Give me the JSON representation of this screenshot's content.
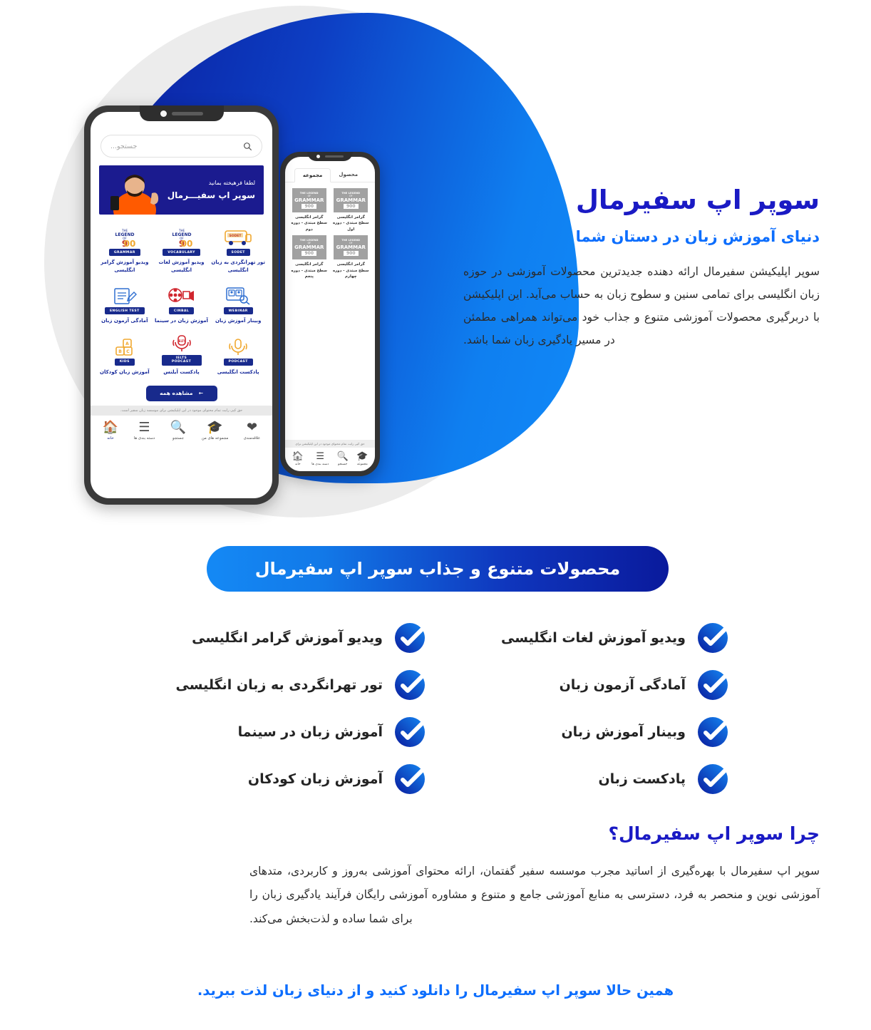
{
  "hero": {
    "title": "سوپر اپ سفیرمال",
    "subtitle": "دنیای آموزش زبان در دستان شما",
    "paragraph": "سوپر اپلیکیشن سفیرمال ارائه دهنده جدیدترین محصولات آموزشی در حوزه زبان انگلیسی برای تمامی سنین و سطوح زبان به حساب می‌آید. این اپلیکیشن با دربرگیری محصولات آموزشی متنوع و جذاب خود می‌تواند همراهی مطمئن در مسیر یادگیری زبان شما باشد."
  },
  "phone_front": {
    "search_placeholder": "جستجو...",
    "banner": {
      "line1": "لطفا فرهیخته بمانید",
      "line2": "سوپر اپ سفیـــرمال"
    },
    "grid": [
      {
        "tag": "SODET",
        "caption": "تور تهرانگردی به زبان انگلیسی",
        "icon": "bus-icon"
      },
      {
        "tag": "VOCABULARY",
        "caption": "ویدیو آموزش لغات انگلیسی",
        "icon": "legend-900-icon"
      },
      {
        "tag": "GRAMMAR",
        "caption": "ویدیو آموزش گرامر انگلیسی",
        "icon": "legend-900-icon"
      },
      {
        "tag": "WEBINAR",
        "caption": "وبینار آموزش زبان",
        "icon": "webinar-icon"
      },
      {
        "tag": "CINBAL",
        "caption": "آموزش زبان در سینما",
        "icon": "cinema-icon"
      },
      {
        "tag": "ENGLISH TEST",
        "caption": "آمادگی آزمون زبان",
        "icon": "test-paper-icon"
      },
      {
        "tag": "PODCAST",
        "caption": "پادکست انگلیسی",
        "icon": "microphone-icon"
      },
      {
        "tag": "IELTS PODCAST",
        "caption": "پادکست آیلتس",
        "icon": "ielts-microphone-icon"
      },
      {
        "tag": "KIDS",
        "caption": "آموزش زبان کودکان",
        "icon": "blocks-icon"
      }
    ],
    "view_all": "مشاهده همه",
    "copyright": "حق کپی رایت تمام محتوای موجود در این اپلیکیشن برای موسسه زبان سفیر است.",
    "nav": [
      {
        "label": "علاقه‌مندی",
        "icon": "heart-icon"
      },
      {
        "label": "مجموعه های من",
        "icon": "graduation-cap-icon"
      },
      {
        "label": "جستجو",
        "icon": "search-icon"
      },
      {
        "label": "دسته بندی ها",
        "icon": "list-icon"
      },
      {
        "label": "خانه",
        "icon": "home-icon"
      }
    ]
  },
  "phone_back": {
    "tabs": [
      {
        "label": "محصول",
        "active": false
      },
      {
        "label": "مجموعه",
        "active": true
      }
    ],
    "products": [
      {
        "brand_top": "THE LEGEND",
        "brand_of": "OF",
        "brand_name": "GRAMMAR",
        "brand_num": "900",
        "caption": "گرامر انگلیسی سطح مبتدی - دوره اول"
      },
      {
        "brand_top": "THE LEGEND",
        "brand_of": "OF",
        "brand_name": "GRAMMAR",
        "brand_num": "900",
        "caption": "گرامر انگلیسی سطح مبتدی - دوره دوم"
      },
      {
        "brand_top": "THE LEGEND",
        "brand_of": "OF",
        "brand_name": "GRAMMAR",
        "brand_num": "900",
        "caption": "گرامر انگلیسی سطح مبتدی - دوره چهارم"
      },
      {
        "brand_top": "THE LEGEND",
        "brand_of": "OF",
        "brand_name": "GRAMMAR",
        "brand_num": "900",
        "caption": "گرامر انگلیسی سطح مبتدی - دوره پنجم"
      }
    ],
    "copyright": "حق کپی رایت تمام محتوای موجود در این اپلیکیشن برای",
    "nav": [
      {
        "label": "مجموعه",
        "icon": "graduation-cap-icon"
      },
      {
        "label": "جستجو",
        "icon": "search-icon"
      },
      {
        "label": "دسته بندی ها",
        "icon": "list-icon"
      },
      {
        "label": "خانه",
        "icon": "home-icon"
      }
    ]
  },
  "pill_banner": {
    "text": "محصولات متنوع و جذاب سوپر اپ سفیرمال"
  },
  "features": {
    "right_column": [
      "ویدیو آموزش گرامر انگلیسی",
      "تور تهرانگردی به زبان انگلیسی",
      "آموزش زبان در سینما",
      "آموزش زبان کودکان"
    ],
    "left_column": [
      "ویدیو آموزش لغات انگلیسی",
      "آمادگی آزمون زبان",
      "وبینار آموزش زبان",
      "پادکست زبان"
    ]
  },
  "why": {
    "title": "چرا سوپر اپ سفیرمال؟",
    "paragraph": "سوپر اپ سفیرمال با بهره‌گیری از اساتید مجرب موسسه سفیر گفتمان، ارائه محتوای آموزشی به‌روز و کاربردی، متدهای آموزشی نوین و منحصر به فرد، دسترسی به منابع آموزشی جامع و متنوع و مشاوره آموزشی رایگان فرآیند یادگیری زبان را برای شما ساده و لذت‌بخش می‌کند."
  },
  "final_cta": {
    "text": "همین حالا سوپر اپ سفیرمال را دانلود کنید و از دنیای زبان لذت ببرید."
  },
  "colors": {
    "brand_navy": "#1a1ac4",
    "brand_blue": "#0d6efd",
    "blob_dark": "#0b1e9e",
    "blob_light": "#1189f8",
    "app_navy": "#182a8c",
    "product_orange": "#f29120",
    "body_text": "#2b2b2b"
  }
}
